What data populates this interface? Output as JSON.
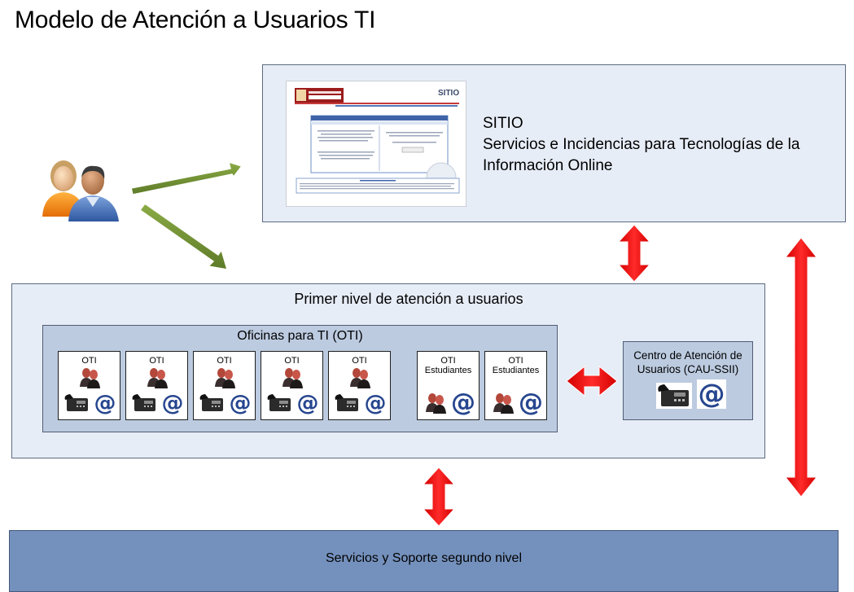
{
  "title": "Modelo de Atención a Usuarios TI",
  "sitio": {
    "name": "SITIO",
    "line1": "Servicios e Incidencias para Tecnologías de la",
    "line2": "Información Online",
    "screenshot_header": "SITIO"
  },
  "primer_nivel": {
    "title": "Primer nivel de atención a usuarios",
    "oti_group": {
      "title": "Oficinas para TI (OTI)",
      "offices": [
        {
          "line1": "OTI",
          "line2": ""
        },
        {
          "line1": "OTI",
          "line2": ""
        },
        {
          "line1": "OTI",
          "line2": ""
        },
        {
          "line1": "OTI",
          "line2": ""
        },
        {
          "line1": "OTI",
          "line2": ""
        },
        {
          "line1": "OTI",
          "line2": "Estudiantes"
        },
        {
          "line1": "OTI",
          "line2": "Estudiantes"
        }
      ]
    },
    "cau": {
      "line1": "Centro de Atención de",
      "line2": "Usuarios (CAU-SSII)"
    }
  },
  "segundo_nivel": {
    "title": "Servicios y Soporte segundo nivel"
  },
  "icons": {
    "users": "users-icon",
    "phone": "telephone-icon",
    "email": "at-sign-icon"
  },
  "colors": {
    "panel_light": "#e7edf7",
    "panel_mid": "#bccbe0",
    "panel_dark": "#7491bd",
    "arrow_green": "#6f8f2f",
    "arrow_red": "#ee1111"
  }
}
